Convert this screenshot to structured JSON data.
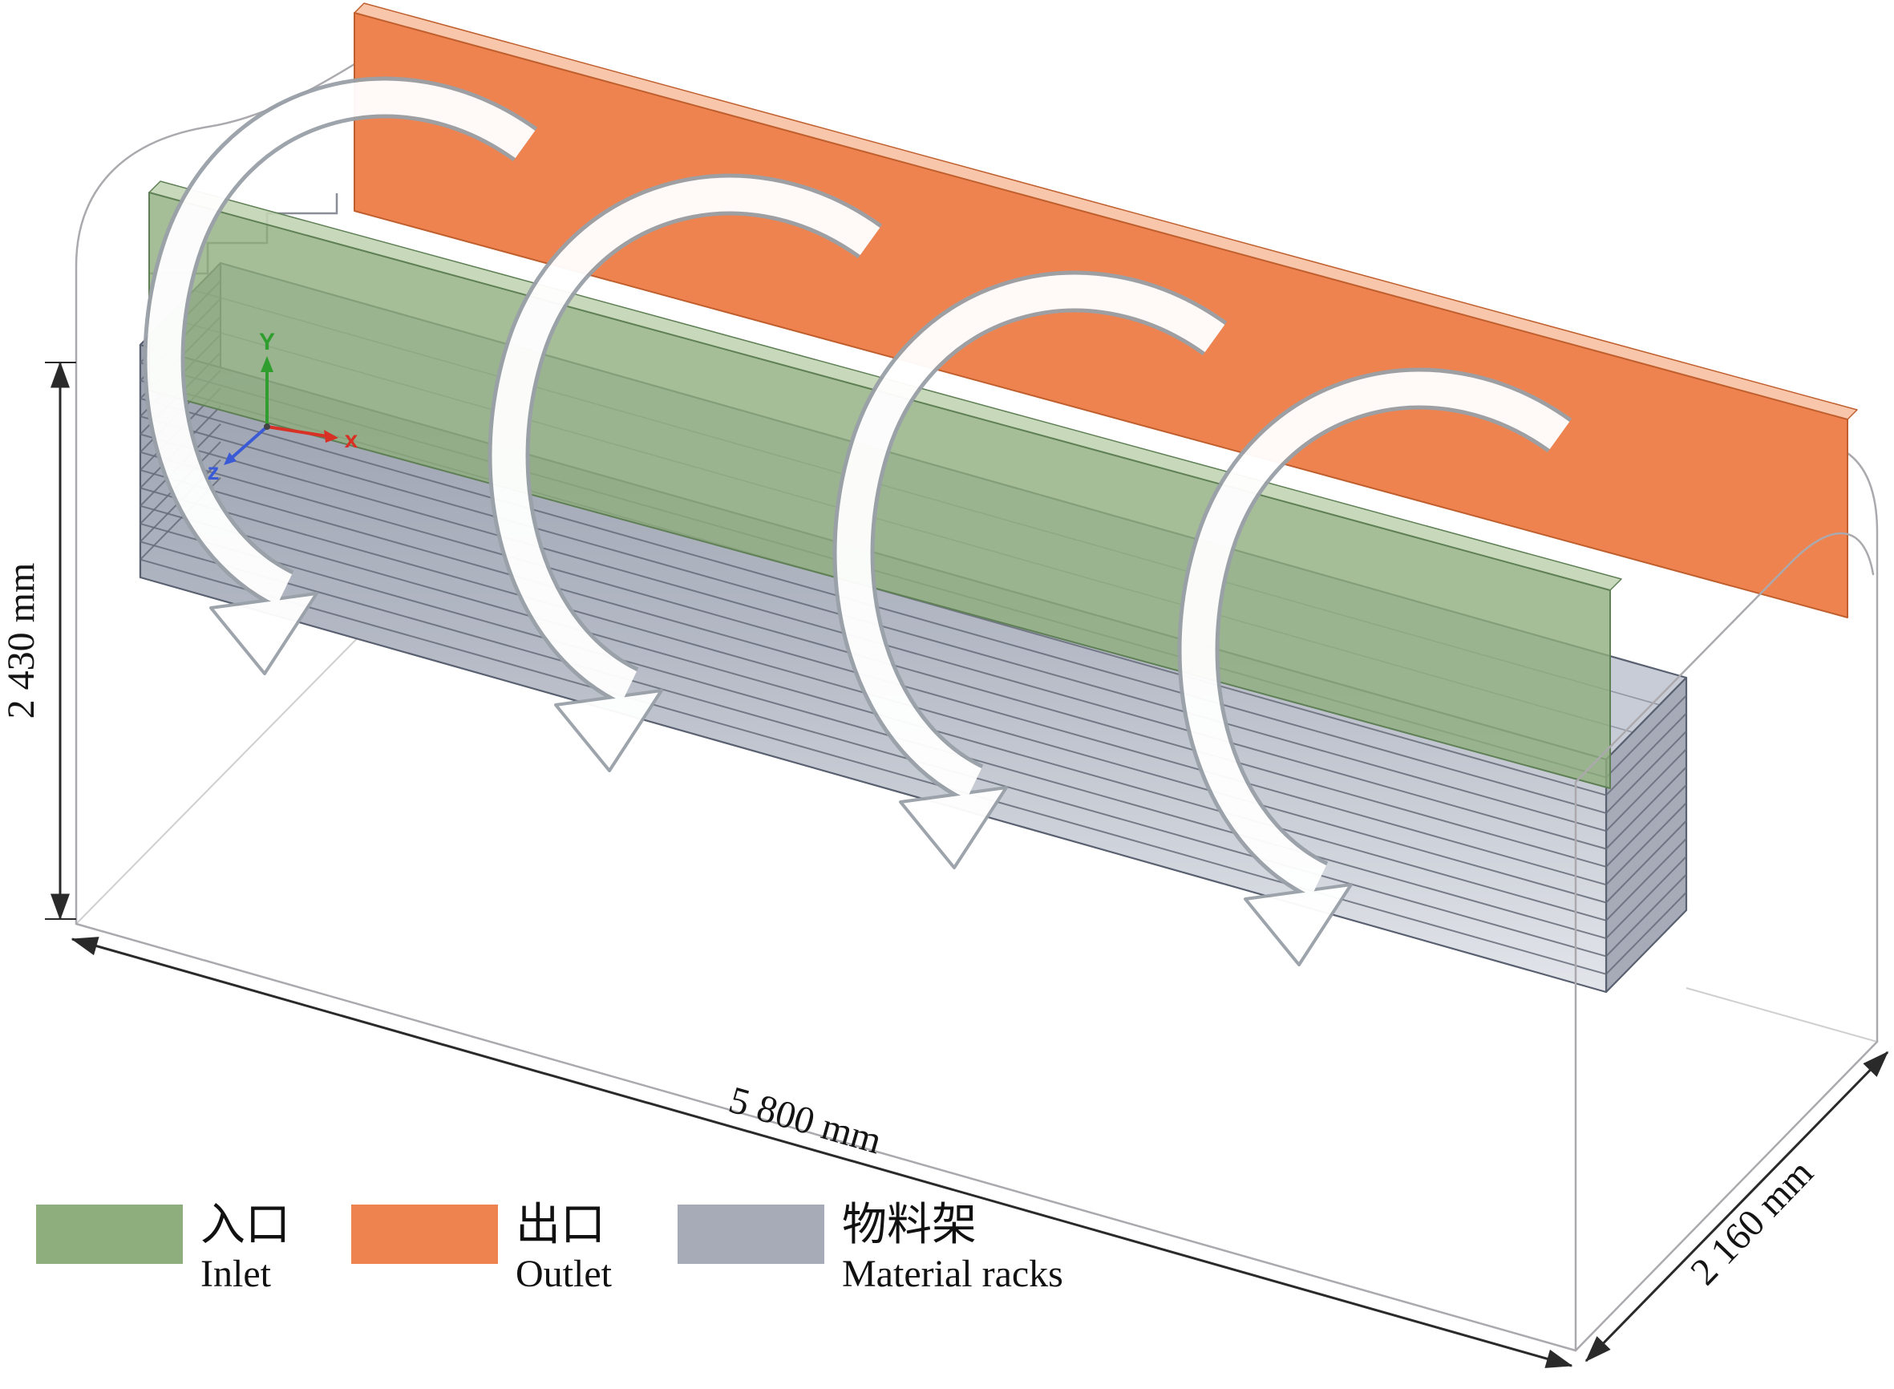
{
  "colors": {
    "inlet": "#8FAE7D",
    "outlet": "#EF8350",
    "racks": "#A7ABB8",
    "axis_x": "#D93025",
    "axis_y": "#2F9E2F",
    "axis_z": "#3B5BD6"
  },
  "dimensions": {
    "height": "2 430 mm",
    "length": "5 800 mm",
    "depth": "2 160 mm"
  },
  "axes": {
    "x": "x",
    "y": "Y",
    "z": "z"
  },
  "legend": {
    "inlet": {
      "zh": "入口",
      "en": "Inlet"
    },
    "outlet": {
      "zh": "出口",
      "en": "Outlet"
    },
    "racks": {
      "zh": "物料架",
      "en": "Material racks"
    }
  }
}
